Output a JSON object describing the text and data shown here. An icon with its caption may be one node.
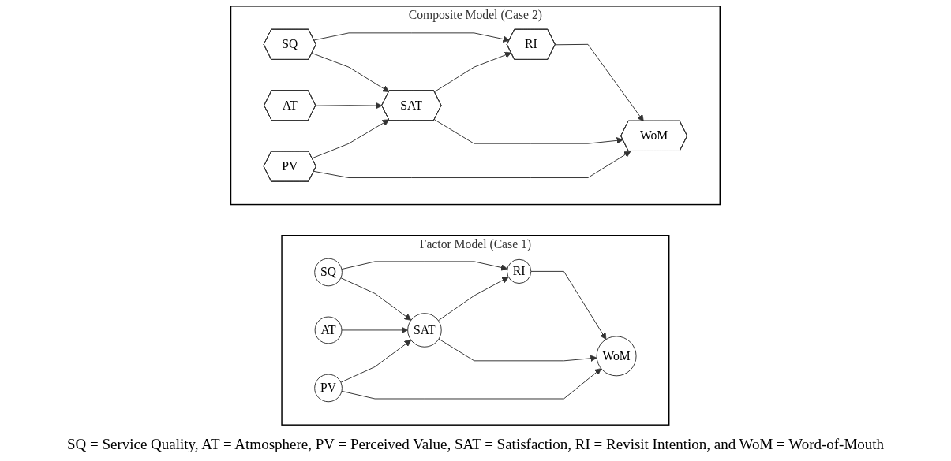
{
  "diagram": {
    "caption": "SQ = Service Quality, AT = Atmosphere, PV = Perceived Value, SAT = Satisfaction, RI = Revisit Intention, and WoM = Word-of-Mouth",
    "nodes": [
      {
        "text": [
          "Factor Model (Case 1)"
        ]
      },
      {
        "text": [
          "SQ"
        ],
        "in": 0
      },
      {
        "text": [
          "AT"
        ],
        "in": 0
      },
      {
        "text": [
          "PV"
        ],
        "in": 0
      },
      {
        "text": [
          "SAT"
        ],
        "in": 0
      },
      {
        "text": [
          "RI"
        ],
        "in": 0
      },
      {
        "text": [
          "WoM"
        ],
        "in": 0
      },
      {
        "text": [
          "Composite Model (Case 2)"
        ]
      },
      {
        "text": [
          "SQ"
        ],
        "in": 7
      },
      {
        "text": [
          "AT"
        ],
        "in": 7
      },
      {
        "text": [
          "PV"
        ],
        "in": 7
      },
      {
        "text": [
          "SAT"
        ],
        "in": 7
      },
      {
        "text": [
          "RI"
        ],
        "in": 7
      },
      {
        "text": [
          "WoM"
        ],
        "in": 7
      }
    ],
    "edges": [
      {
        "from": 1,
        "to": 5,
        "arrow": "to"
      },
      {
        "from": 1,
        "to": 4,
        "arrow": "to"
      },
      {
        "from": 2,
        "to": 4,
        "arrow": "to"
      },
      {
        "from": 3,
        "to": 4,
        "arrow": "to"
      },
      {
        "from": 3,
        "to": 6,
        "arrow": "to"
      },
      {
        "from": 4,
        "to": 5,
        "arrow": "to"
      },
      {
        "from": 4,
        "to": 6,
        "arrow": "to"
      },
      {
        "from": 5,
        "to": 6,
        "arrow": "to"
      },
      {
        "from": 8,
        "to": 12,
        "arrow": "to"
      },
      {
        "from": 8,
        "to": 11,
        "arrow": "to"
      },
      {
        "from": 9,
        "to": 11,
        "arrow": "to"
      },
      {
        "from": 10,
        "to": 11,
        "arrow": "to"
      },
      {
        "from": 10,
        "to": 13,
        "arrow": "to"
      },
      {
        "from": 11,
        "to": 12,
        "arrow": "to"
      },
      {
        "from": 11,
        "to": 13,
        "arrow": "to"
      },
      {
        "from": 12,
        "to": 13,
        "arrow": "to"
      }
    ]
  }
}
